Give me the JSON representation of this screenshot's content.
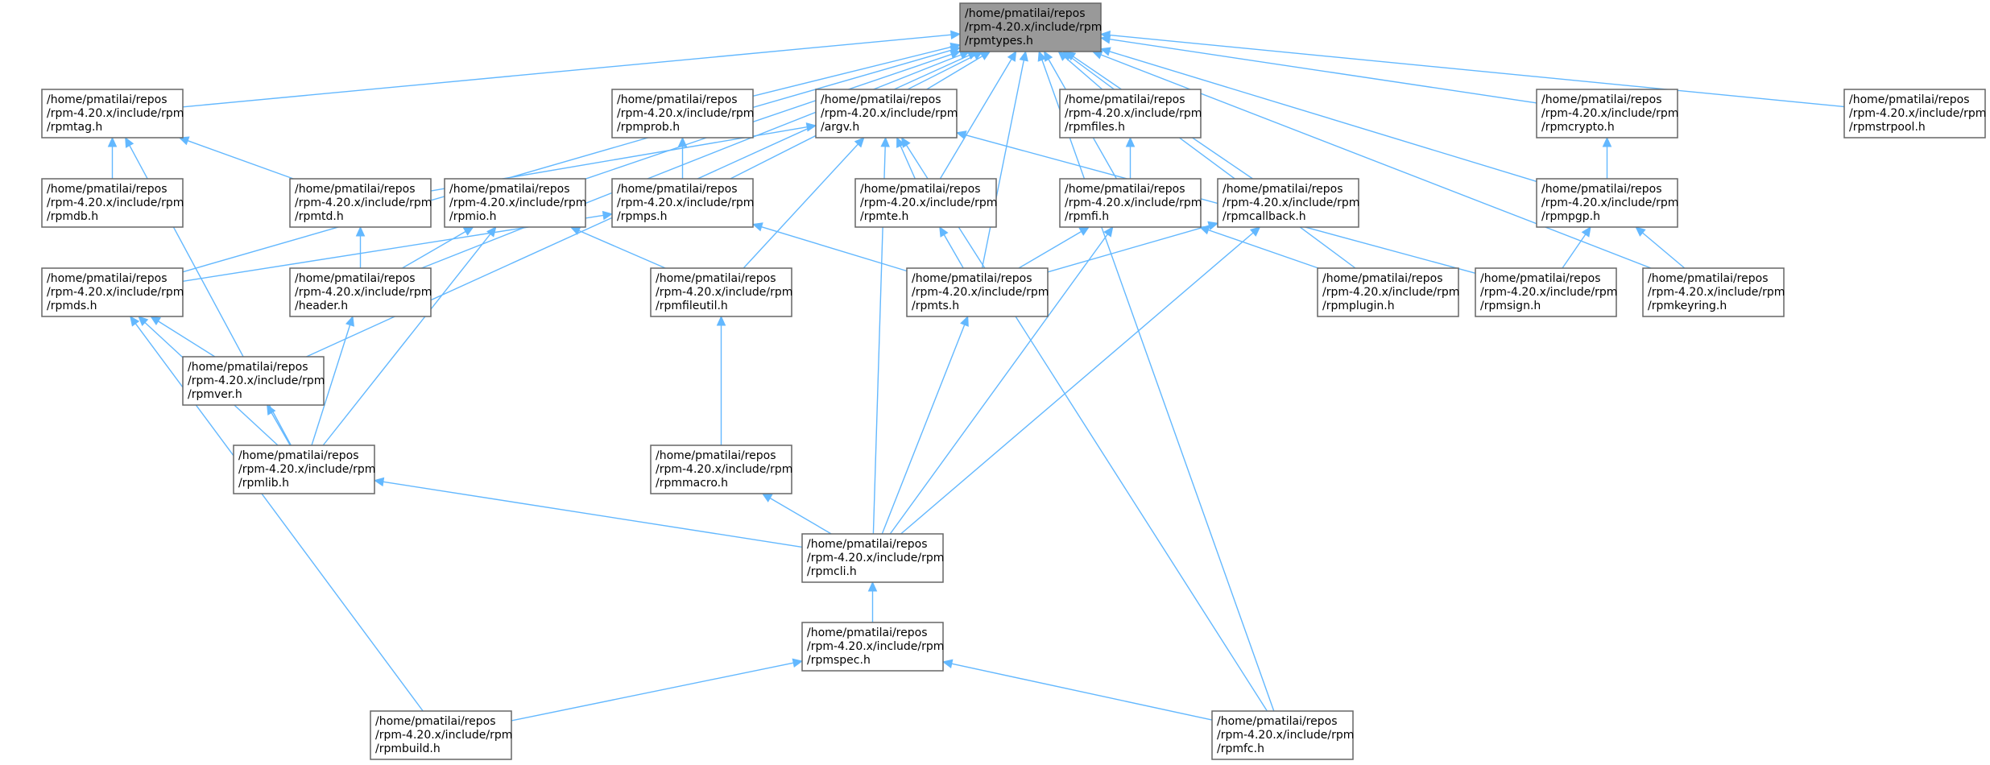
{
  "diagram": {
    "colors": {
      "edge": "#63b8ff",
      "node_border": "#666666",
      "root_fill": "#999999",
      "node_fill": "#ffffff"
    },
    "nodes": [
      {
        "id": "rpmtypes",
        "lines": [
          "/home/pmatilai/repos",
          "/rpm-4.20.x/include/rpm",
          "/rpmtypes.h"
        ],
        "root": true
      },
      {
        "id": "rpmtag",
        "lines": [
          "/home/pmatilai/repos",
          "/rpm-4.20.x/include/rpm",
          "/rpmtag.h"
        ]
      },
      {
        "id": "rpmprob",
        "lines": [
          "/home/pmatilai/repos",
          "/rpm-4.20.x/include/rpm",
          "/rpmprob.h"
        ]
      },
      {
        "id": "argv",
        "lines": [
          "/home/pmatilai/repos",
          "/rpm-4.20.x/include/rpm",
          "/argv.h"
        ]
      },
      {
        "id": "rpmfiles",
        "lines": [
          "/home/pmatilai/repos",
          "/rpm-4.20.x/include/rpm",
          "/rpmfiles.h"
        ]
      },
      {
        "id": "rpmcrypto",
        "lines": [
          "/home/pmatilai/repos",
          "/rpm-4.20.x/include/rpm",
          "/rpmcrypto.h"
        ]
      },
      {
        "id": "rpmstrpool",
        "lines": [
          "/home/pmatilai/repos",
          "/rpm-4.20.x/include/rpm",
          "/rpmstrpool.h"
        ]
      },
      {
        "id": "rpmdb",
        "lines": [
          "/home/pmatilai/repos",
          "/rpm-4.20.x/include/rpm",
          "/rpmdb.h"
        ]
      },
      {
        "id": "rpmtd",
        "lines": [
          "/home/pmatilai/repos",
          "/rpm-4.20.x/include/rpm",
          "/rpmtd.h"
        ]
      },
      {
        "id": "rpmio",
        "lines": [
          "/home/pmatilai/repos",
          "/rpm-4.20.x/include/rpm",
          "/rpmio.h"
        ]
      },
      {
        "id": "rpmps",
        "lines": [
          "/home/pmatilai/repos",
          "/rpm-4.20.x/include/rpm",
          "/rpmps.h"
        ]
      },
      {
        "id": "rpmte",
        "lines": [
          "/home/pmatilai/repos",
          "/rpm-4.20.x/include/rpm",
          "/rpmte.h"
        ]
      },
      {
        "id": "rpmfi",
        "lines": [
          "/home/pmatilai/repos",
          "/rpm-4.20.x/include/rpm",
          "/rpmfi.h"
        ]
      },
      {
        "id": "rpmcallback",
        "lines": [
          "/home/pmatilai/repos",
          "/rpm-4.20.x/include/rpm",
          "/rpmcallback.h"
        ]
      },
      {
        "id": "rpmpgp",
        "lines": [
          "/home/pmatilai/repos",
          "/rpm-4.20.x/include/rpm",
          "/rpmpgp.h"
        ]
      },
      {
        "id": "rpmds",
        "lines": [
          "/home/pmatilai/repos",
          "/rpm-4.20.x/include/rpm",
          "/rpmds.h"
        ]
      },
      {
        "id": "header",
        "lines": [
          "/home/pmatilai/repos",
          "/rpm-4.20.x/include/rpm",
          "/header.h"
        ]
      },
      {
        "id": "rpmfileutil",
        "lines": [
          "/home/pmatilai/repos",
          "/rpm-4.20.x/include/rpm",
          "/rpmfileutil.h"
        ]
      },
      {
        "id": "rpmts",
        "lines": [
          "/home/pmatilai/repos",
          "/rpm-4.20.x/include/rpm",
          "/rpmts.h"
        ]
      },
      {
        "id": "rpmplugin",
        "lines": [
          "/home/pmatilai/repos",
          "/rpm-4.20.x/include/rpm",
          "/rpmplugin.h"
        ]
      },
      {
        "id": "rpmsign",
        "lines": [
          "/home/pmatilai/repos",
          "/rpm-4.20.x/include/rpm",
          "/rpmsign.h"
        ]
      },
      {
        "id": "rpmkeyring",
        "lines": [
          "/home/pmatilai/repos",
          "/rpm-4.20.x/include/rpm",
          "/rpmkeyring.h"
        ]
      },
      {
        "id": "rpmver",
        "lines": [
          "/home/pmatilai/repos",
          "/rpm-4.20.x/include/rpm",
          "/rpmver.h"
        ]
      },
      {
        "id": "rpmlib",
        "lines": [
          "/home/pmatilai/repos",
          "/rpm-4.20.x/include/rpm",
          "/rpmlib.h"
        ]
      },
      {
        "id": "rpmmacro",
        "lines": [
          "/home/pmatilai/repos",
          "/rpm-4.20.x/include/rpm",
          "/rpmmacro.h"
        ]
      },
      {
        "id": "rpmcli",
        "lines": [
          "/home/pmatilai/repos",
          "/rpm-4.20.x/include/rpm",
          "/rpmcli.h"
        ]
      },
      {
        "id": "rpmspec",
        "lines": [
          "/home/pmatilai/repos",
          "/rpm-4.20.x/include/rpm",
          "/rpmspec.h"
        ]
      },
      {
        "id": "rpmbuild",
        "lines": [
          "/home/pmatilai/repos",
          "/rpm-4.20.x/include/rpm",
          "/rpmbuild.h"
        ]
      },
      {
        "id": "rpmfc",
        "lines": [
          "/home/pmatilai/repos",
          "/rpm-4.20.x/include/rpm",
          "/rpmfc.h"
        ]
      }
    ],
    "edges": [
      {
        "from": "rpmtag",
        "to": "rpmtypes"
      },
      {
        "from": "rpmprob",
        "to": "rpmtypes"
      },
      {
        "from": "argv",
        "to": "rpmtypes"
      },
      {
        "from": "rpmfiles",
        "to": "rpmtypes"
      },
      {
        "from": "rpmcrypto",
        "to": "rpmtypes"
      },
      {
        "from": "rpmstrpool",
        "to": "rpmtypes"
      },
      {
        "from": "rpmds",
        "to": "rpmtypes"
      },
      {
        "from": "rpmver",
        "to": "rpmtypes"
      },
      {
        "from": "header",
        "to": "rpmtypes"
      },
      {
        "from": "rpmio",
        "to": "rpmtypes"
      },
      {
        "from": "rpmps",
        "to": "rpmtypes"
      },
      {
        "from": "rpmte",
        "to": "rpmtypes"
      },
      {
        "from": "rpmts",
        "to": "rpmtypes"
      },
      {
        "from": "rpmfi",
        "to": "rpmtypes"
      },
      {
        "from": "rpmcallback",
        "to": "rpmtypes"
      },
      {
        "from": "rpmplugin",
        "to": "rpmtypes"
      },
      {
        "from": "rpmpgp",
        "to": "rpmtypes"
      },
      {
        "from": "rpmkeyring",
        "to": "rpmtypes"
      },
      {
        "from": "rpmfc",
        "to": "rpmtypes"
      },
      {
        "from": "rpmdb",
        "to": "rpmtag"
      },
      {
        "from": "rpmtd",
        "to": "rpmtag"
      },
      {
        "from": "rpmlib",
        "to": "rpmtag"
      },
      {
        "from": "rpmps",
        "to": "rpmprob"
      },
      {
        "from": "rpmtd",
        "to": "argv"
      },
      {
        "from": "rpmte",
        "to": "argv"
      },
      {
        "from": "rpmfileutil",
        "to": "argv"
      },
      {
        "from": "rpmcli",
        "to": "argv"
      },
      {
        "from": "rpmsign",
        "to": "argv"
      },
      {
        "from": "rpmfc",
        "to": "argv"
      },
      {
        "from": "rpmfi",
        "to": "rpmfiles"
      },
      {
        "from": "rpmpgp",
        "to": "rpmcrypto"
      },
      {
        "from": "header",
        "to": "rpmtd"
      },
      {
        "from": "header",
        "to": "rpmio"
      },
      {
        "from": "rpmfileutil",
        "to": "rpmio"
      },
      {
        "from": "rpmlib",
        "to": "rpmio"
      },
      {
        "from": "rpmds",
        "to": "rpmps"
      },
      {
        "from": "rpmts",
        "to": "rpmps"
      },
      {
        "from": "rpmts",
        "to": "rpmte"
      },
      {
        "from": "rpmts",
        "to": "rpmfi"
      },
      {
        "from": "rpmplugin",
        "to": "rpmfi"
      },
      {
        "from": "rpmcli",
        "to": "rpmfi"
      },
      {
        "from": "rpmts",
        "to": "rpmcallback"
      },
      {
        "from": "rpmcli",
        "to": "rpmcallback"
      },
      {
        "from": "rpmsign",
        "to": "rpmpgp"
      },
      {
        "from": "rpmkeyring",
        "to": "rpmpgp"
      },
      {
        "from": "rpmver",
        "to": "rpmds"
      },
      {
        "from": "rpmlib",
        "to": "rpmds"
      },
      {
        "from": "rpmbuild",
        "to": "rpmds"
      },
      {
        "from": "rpmlib",
        "to": "header"
      },
      {
        "from": "rpmmacro",
        "to": "rpmfileutil"
      },
      {
        "from": "rpmcli",
        "to": "rpmts"
      },
      {
        "from": "rpmlib",
        "to": "rpmver"
      },
      {
        "from": "rpmcli",
        "to": "rpmlib"
      },
      {
        "from": "rpmcli",
        "to": "rpmmacro"
      },
      {
        "from": "rpmspec",
        "to": "rpmcli"
      },
      {
        "from": "rpmbuild",
        "to": "rpmspec"
      },
      {
        "from": "rpmfc",
        "to": "rpmspec"
      }
    ]
  }
}
